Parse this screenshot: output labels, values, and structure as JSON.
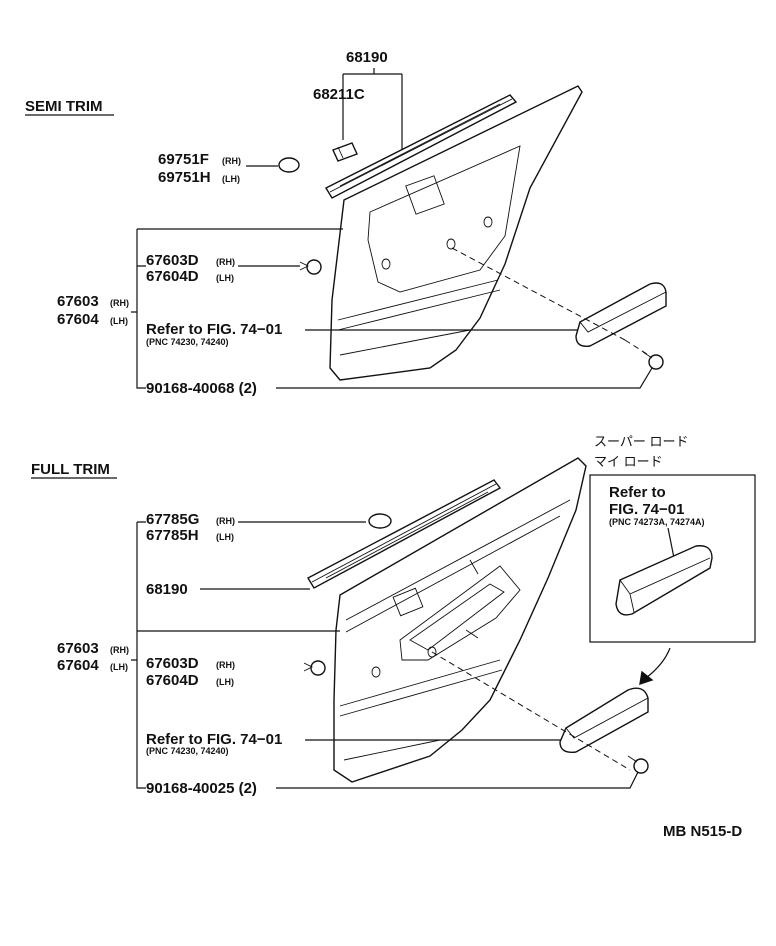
{
  "semi_trim": {
    "title": "SEMI TRIM",
    "part_68190": "68190",
    "part_68211C": "68211C",
    "part_69751F": "69751F",
    "part_69751F_side": "(RH)",
    "part_69751H": "69751H",
    "part_69751H_side": "(LH)",
    "part_67603D": "67603D",
    "part_67603D_side": "(RH)",
    "part_67604D": "67604D",
    "part_67604D_side": "(LH)",
    "part_67603": "67603",
    "part_67603_side": "(RH)",
    "part_67604": "67604",
    "part_67604_side": "(LH)",
    "refer": "Refer to FIG. 74−01",
    "refer_pnc": "(PNC 74230, 74240)",
    "screw": "90168-40068 (2)"
  },
  "full_trim": {
    "title": "FULL TRIM",
    "part_67785G": "67785G",
    "part_67785G_side": "(RH)",
    "part_67785H": "67785H",
    "part_67785H_side": "(LH)",
    "part_68190": "68190",
    "part_67603": "67603",
    "part_67603_side": "(RH)",
    "part_67604": "67604",
    "part_67604_side": "(LH)",
    "part_67603D": "67603D",
    "part_67603D_side": "(RH)",
    "part_67604D": "67604D",
    "part_67604D_side": "(LH)",
    "refer": "Refer to FIG. 74−01",
    "refer_pnc": "(PNC 74230, 74240)",
    "screw": "90168-40025 (2)",
    "jp_label_1": "スーパー ロード",
    "jp_label_2": "マイ ロード",
    "inset_refer_1": "Refer to",
    "inset_refer_2": "FIG. 74−01",
    "inset_pnc": "(PNC 74273A, 74274A)"
  },
  "diagram_code": "MB N515-D"
}
